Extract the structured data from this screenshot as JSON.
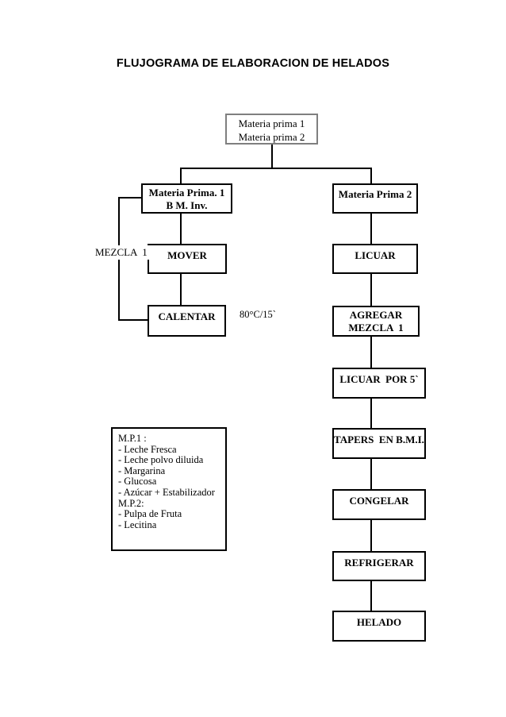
{
  "page": {
    "title": "FLUJOGRAMA DE ELABORACION DE HELADOS",
    "background_color": "#ffffff"
  },
  "colors": {
    "connector": "#000000",
    "node_border": "#000000",
    "source_node_border": "#7f7f7f",
    "text": "#000000"
  },
  "nodes": {
    "materia_prima": {
      "line1": "Materia prima 1",
      "line2": "Materia prima 2"
    },
    "materia_prima_1": {
      "line1": "Materia Prima. 1",
      "line2": "B M. Inv."
    },
    "mover": {
      "label": "MOVER"
    },
    "calentar": {
      "label": "CALENTAR"
    },
    "materia_prima_2": {
      "label": "Materia Prima 2"
    },
    "licuar": {
      "label": "LICUAR"
    },
    "agregar_mezcla": {
      "line1": "AGREGAR",
      "line2": "MEZCLA  1"
    },
    "licuar_por_5": {
      "label": "LICUAR  POR 5`"
    },
    "tapers": {
      "label": "TAPERS  EN B.M.I."
    },
    "congelar": {
      "label": "CONGELAR"
    },
    "refrigerar": {
      "label": "REFRIGERAR"
    },
    "helado": {
      "label": "HELADO"
    }
  },
  "annotations": {
    "mezcla_label": "MEZCLA  1",
    "temp_time_label": "80°C/15`"
  },
  "notes_box": {
    "lines": [
      "M.P.1 :",
      "- Leche Fresca",
      "- Leche polvo diluida",
      "- Margarina",
      "- Glucosa",
      "- Azúcar + Estabilizador",
      "M.P.2:",
      "- Pulpa de Fruta",
      "- Lecitina"
    ]
  }
}
